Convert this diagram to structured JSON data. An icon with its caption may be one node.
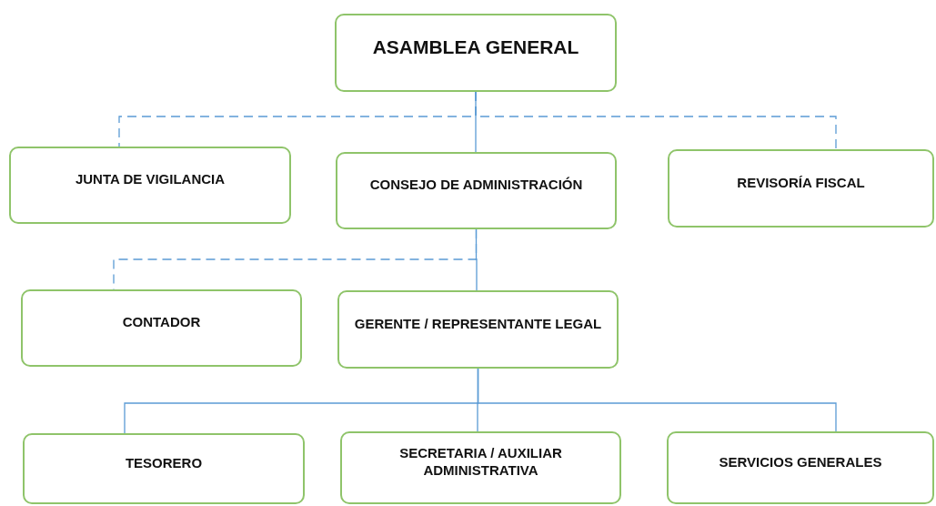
{
  "diagram": {
    "nodes": [
      {
        "text": [
          "ASAMBLEA GENERAL"
        ]
      },
      {
        "text": [
          "JUNTA DE VIGILANCIA"
        ]
      },
      {
        "text": [
          "CONSEJO DE ADMINISTRACIÓN"
        ]
      },
      {
        "text": [
          "REVISORÍA FISCAL"
        ]
      },
      {
        "text": [
          "CONTADOR"
        ]
      },
      {
        "text": [
          "GERENTE / REPRESENTANTE LEGAL"
        ]
      },
      {
        "text": [
          "TESORERO"
        ]
      },
      {
        "text": [
          "SECRETARIA / AUXILIAR ADMINISTRATIVA"
        ]
      },
      {
        "text": [
          "SERVICIOS GENERALES"
        ]
      }
    ],
    "edges": [
      {
        "from": 0,
        "to": 1,
        "arrow": "none",
        "style": "dashed"
      },
      {
        "from": 0,
        "to": 2,
        "arrow": "none"
      },
      {
        "from": 0,
        "to": 3,
        "arrow": "none",
        "style": "dashed"
      },
      {
        "from": 2,
        "to": 4,
        "arrow": "none",
        "style": "dashed"
      },
      {
        "from": 2,
        "to": 5,
        "arrow": "none"
      },
      {
        "from": 5,
        "to": 6,
        "arrow": "none"
      },
      {
        "from": 5,
        "to": 7,
        "arrow": "none"
      },
      {
        "from": 5,
        "to": 8,
        "arrow": "none"
      }
    ]
  }
}
